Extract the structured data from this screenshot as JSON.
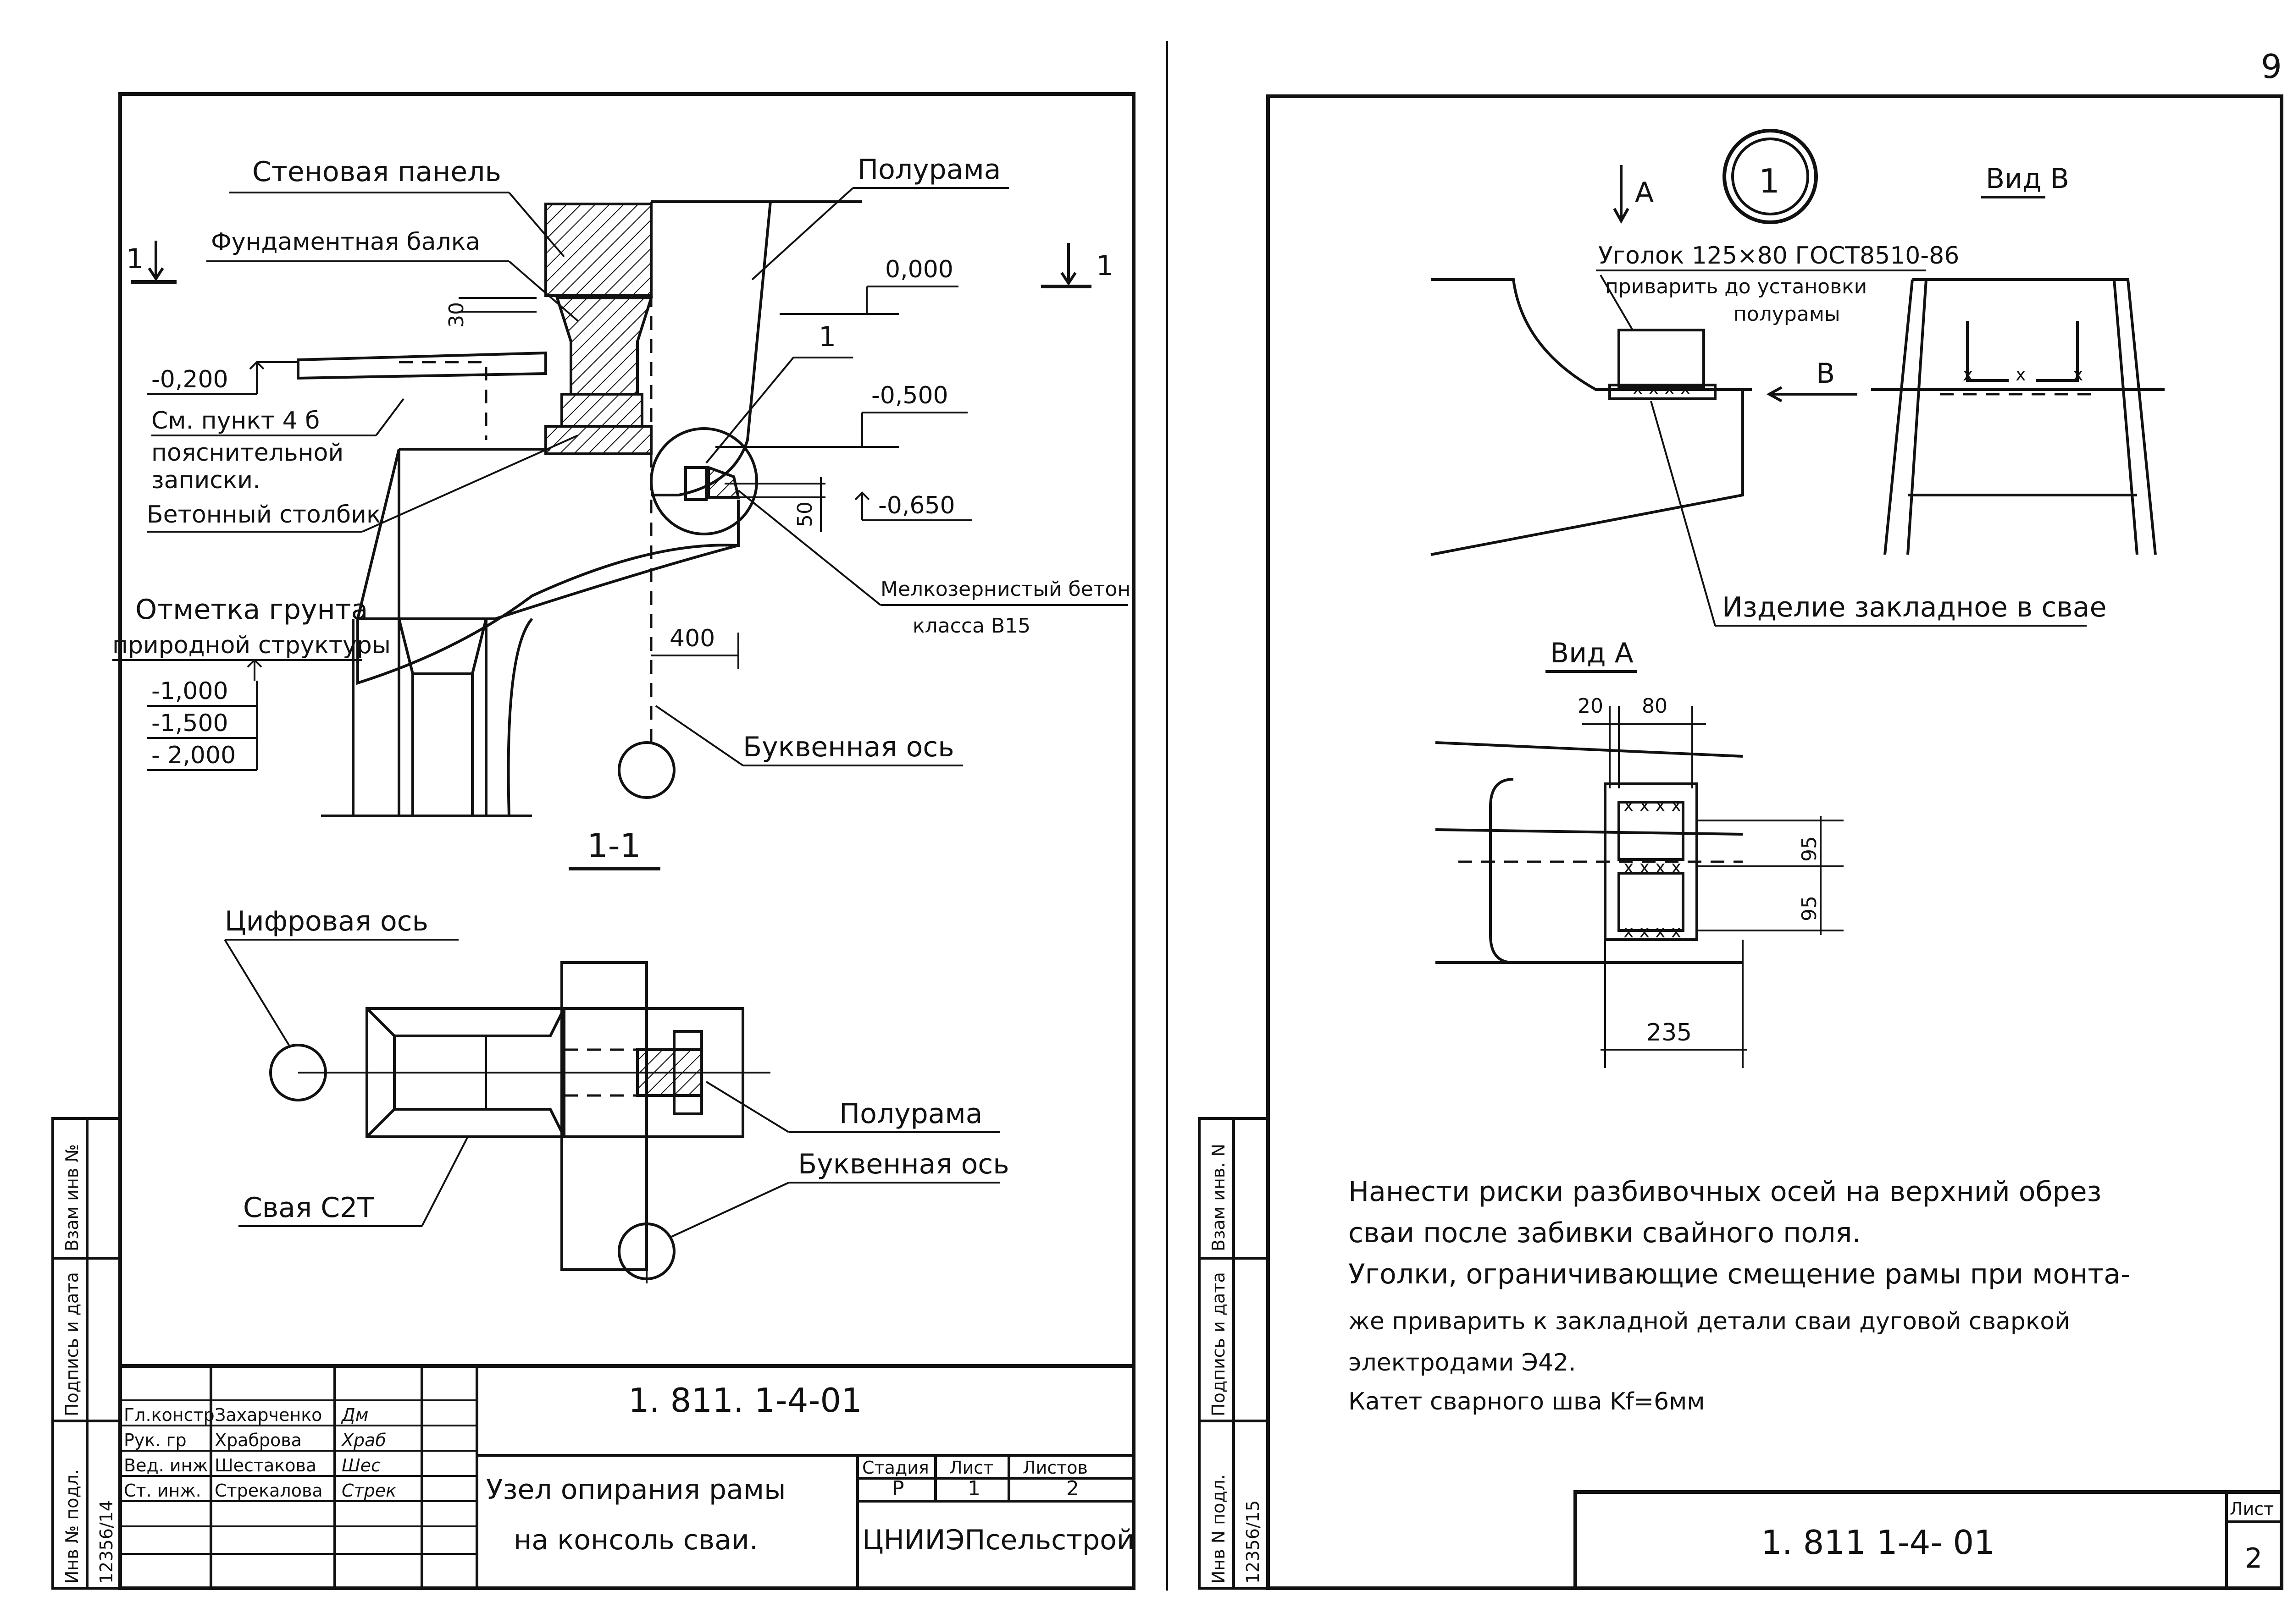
{
  "page_number": "9",
  "left_sheet": {
    "labels": {
      "wall_panel": "Стеновая панель",
      "half_frame_top": "Полурама",
      "foundation_beam": "Фундаментная балка",
      "section_mark_left": "1",
      "section_mark_right": "1",
      "dim_30": "30",
      "level_0000": "0,000",
      "level_m0200": "-0,200",
      "see_item": "См. пункт 4 б",
      "explanatory": "пояснительной",
      "note": "записки.",
      "concrete_post": "Бетонный столбик",
      "node_ref": "1",
      "level_m0500": "-0,500",
      "dim_50": "50",
      "level_m0650": "-0,650",
      "fine_concrete": "Мелкозернистый бетон",
      "concrete_class": "класса В15",
      "ground_mark": "Отметка грунта",
      "natural_structure": "природной структуры",
      "level_m1000": "-1,000",
      "level_m1500": "-1,500",
      "level_m2000": "- 2,000",
      "dim_400": "400",
      "letter_axis_top": "Буквенная ось",
      "section_title": "1-1",
      "digit_axis": "Цифровая ось",
      "half_frame_bottom": "Полурама",
      "letter_axis_bottom": "Буквенная ось",
      "pile": "Свая С2Т"
    },
    "side_stamp": {
      "inv_orig": "Инв № подл.",
      "sign_date": "Подпись и дата",
      "replace_inv": "Взам инв №",
      "inv_number": "12356/14"
    },
    "title_block": {
      "code": "1. 811. 1-4-01",
      "rows": [
        {
          "role": "Гл.констр",
          "name": "Захарченко",
          "sign": "Дм"
        },
        {
          "role": "Рук. гр",
          "name": "Храброва",
          "sign": "Храб"
        },
        {
          "role": "Вед. инж",
          "name": "Шестакова",
          "sign": "Шес"
        },
        {
          "role": "Ст. инж.",
          "name": "Стрекалова",
          "sign": "Стрек"
        }
      ],
      "title_line1": "Узел опирания рамы",
      "title_line2": "на консоль сваи.",
      "stage_label": "Стадия",
      "sheet_label": "Лист",
      "sheets_label": "Листов",
      "stage_value": "Р",
      "sheet_value": "1",
      "sheets_value": "2",
      "organization": "ЦНИИЭПсельстрой"
    }
  },
  "right_sheet": {
    "labels": {
      "view_a_arrow": "А",
      "node_circle": "1",
      "view_b_title": "Вид В",
      "angle_spec": "Уголок 125×80 ГОСТ8510-86",
      "weld_before_1": "приварить до установки",
      "weld_before_2": "полурамы",
      "arrow_b": "В",
      "embedded_part": "Изделие закладное в свае",
      "view_a_title": "Вид А",
      "dim_20": "20",
      "dim_80": "80",
      "dim_95a": "95",
      "dim_95b": "95",
      "dim_235": "235"
    },
    "notes": [
      "Нанести риски разбивочных осей на верхний обрез",
      "сваи после забивки свайного поля.",
      "Уголки, ограничивающие смещение рамы при монта-",
      "же приварить к закладной детали сваи дуговой сваркой",
      "электродами Э42.",
      "Катет сварного шва Kf=6мм"
    ],
    "side_stamp": {
      "inv_orig": "Инв N подл.",
      "sign_date": "Подпись и дата",
      "replace_inv": "Взам инв. N",
      "inv_number": "12356/15"
    },
    "title_block": {
      "code": "1. 811 1-4- 01",
      "sheet_label": "Лист",
      "sheet_value": "2"
    }
  }
}
